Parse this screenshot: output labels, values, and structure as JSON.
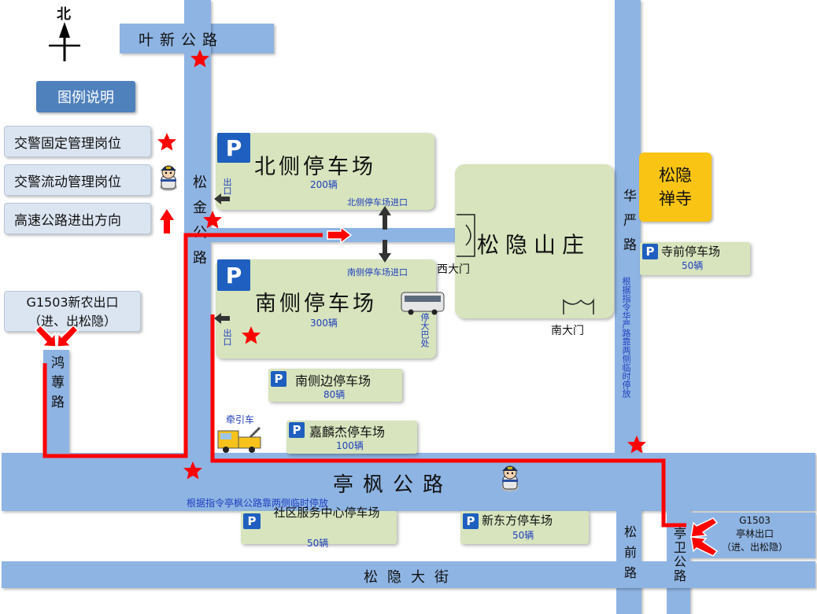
{
  "north": {
    "label": "北"
  },
  "legend": {
    "title": "图例说明",
    "items": [
      {
        "label": "交警固定管理岗位",
        "icon": "red-star-icon"
      },
      {
        "label": "交警流动管理岗位",
        "icon": "police-officer-icon"
      },
      {
        "label": "高速公路进出方向",
        "icon": "red-up-arrow-icon"
      }
    ]
  },
  "roads": {
    "yexin": "叶新公路",
    "songjin": "松金公路",
    "hongzhuan": "鸿蓴路",
    "tingfeng": "亭枫公路",
    "songyin": "松隐大街",
    "huayan": "华严路",
    "songqian": "松前路",
    "tingwei": "亭卫公路"
  },
  "exits": {
    "g1503_xinnong": {
      "line1": "G1503新农出口",
      "line2": "（进、出松隐）"
    },
    "g1503_tinglin": {
      "line1": "G1503",
      "line2": "亭林出口",
      "line3": "（进、出松隐）"
    }
  },
  "lots": {
    "north": {
      "name": "北侧停车场",
      "count": "200辆",
      "exit": "出口",
      "entrance": "北侧停车场进口"
    },
    "south": {
      "name": "南侧停车场",
      "count": "300辆",
      "exit": "出口",
      "entrance": "南侧停车场进口",
      "bus": "停大巴处"
    },
    "south_side": {
      "name": "南侧边停车场",
      "count": "80辆"
    },
    "jialinjie": {
      "name": "嘉麟杰停车场",
      "count": "100辆"
    },
    "siqian": {
      "name": "寺前停车场",
      "count": "50辆"
    },
    "community": {
      "name": "社区服务中心停车场",
      "count": "50辆"
    },
    "xindongfang": {
      "name": "新东方停车场",
      "count": "50辆"
    }
  },
  "p_letter": "P",
  "places": {
    "villa": "松隐山庄",
    "west_gate": "西大门",
    "south_gate": "南大门",
    "temple": "松隐禅寺",
    "tow_truck": "牵引车"
  },
  "notes": {
    "huayan": "根据指令华严路靠两侧临时停放",
    "tingfeng": "根据指令亭枫公路靠两侧临时停放"
  },
  "colors": {
    "road": "#8eb4e3",
    "lot": "#d7e4bd",
    "route": "#ff0000",
    "parking_sign": "#1f5fbf",
    "temple": "#f9c414",
    "legend": "#dbe5f1"
  }
}
